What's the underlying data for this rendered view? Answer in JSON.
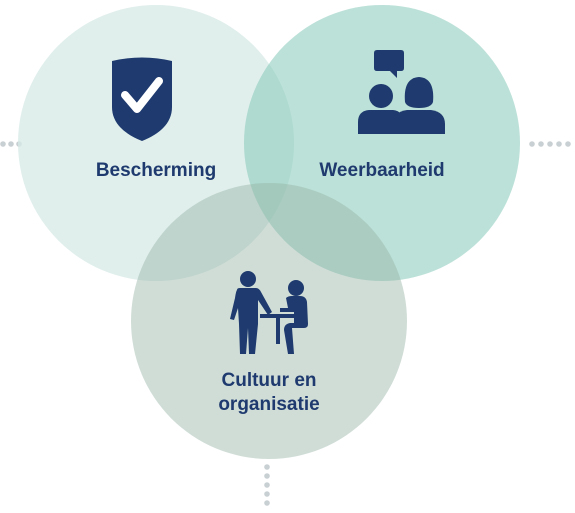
{
  "diagram": {
    "circles": [
      {
        "label": "Bescherming",
        "icon": "shield-check-icon",
        "color": "#d6eae5"
      },
      {
        "label": "Weerbaarheid",
        "icon": "people-speech-icon",
        "color": "#85c9b8"
      },
      {
        "label": "Cultuur en organisatie",
        "icon": "meeting-people-icon",
        "color": "#96b3a6"
      }
    ],
    "colors": {
      "text": "#1e3a6e",
      "icon": "#1e3a6e",
      "dots": "#c9d0d4"
    }
  }
}
